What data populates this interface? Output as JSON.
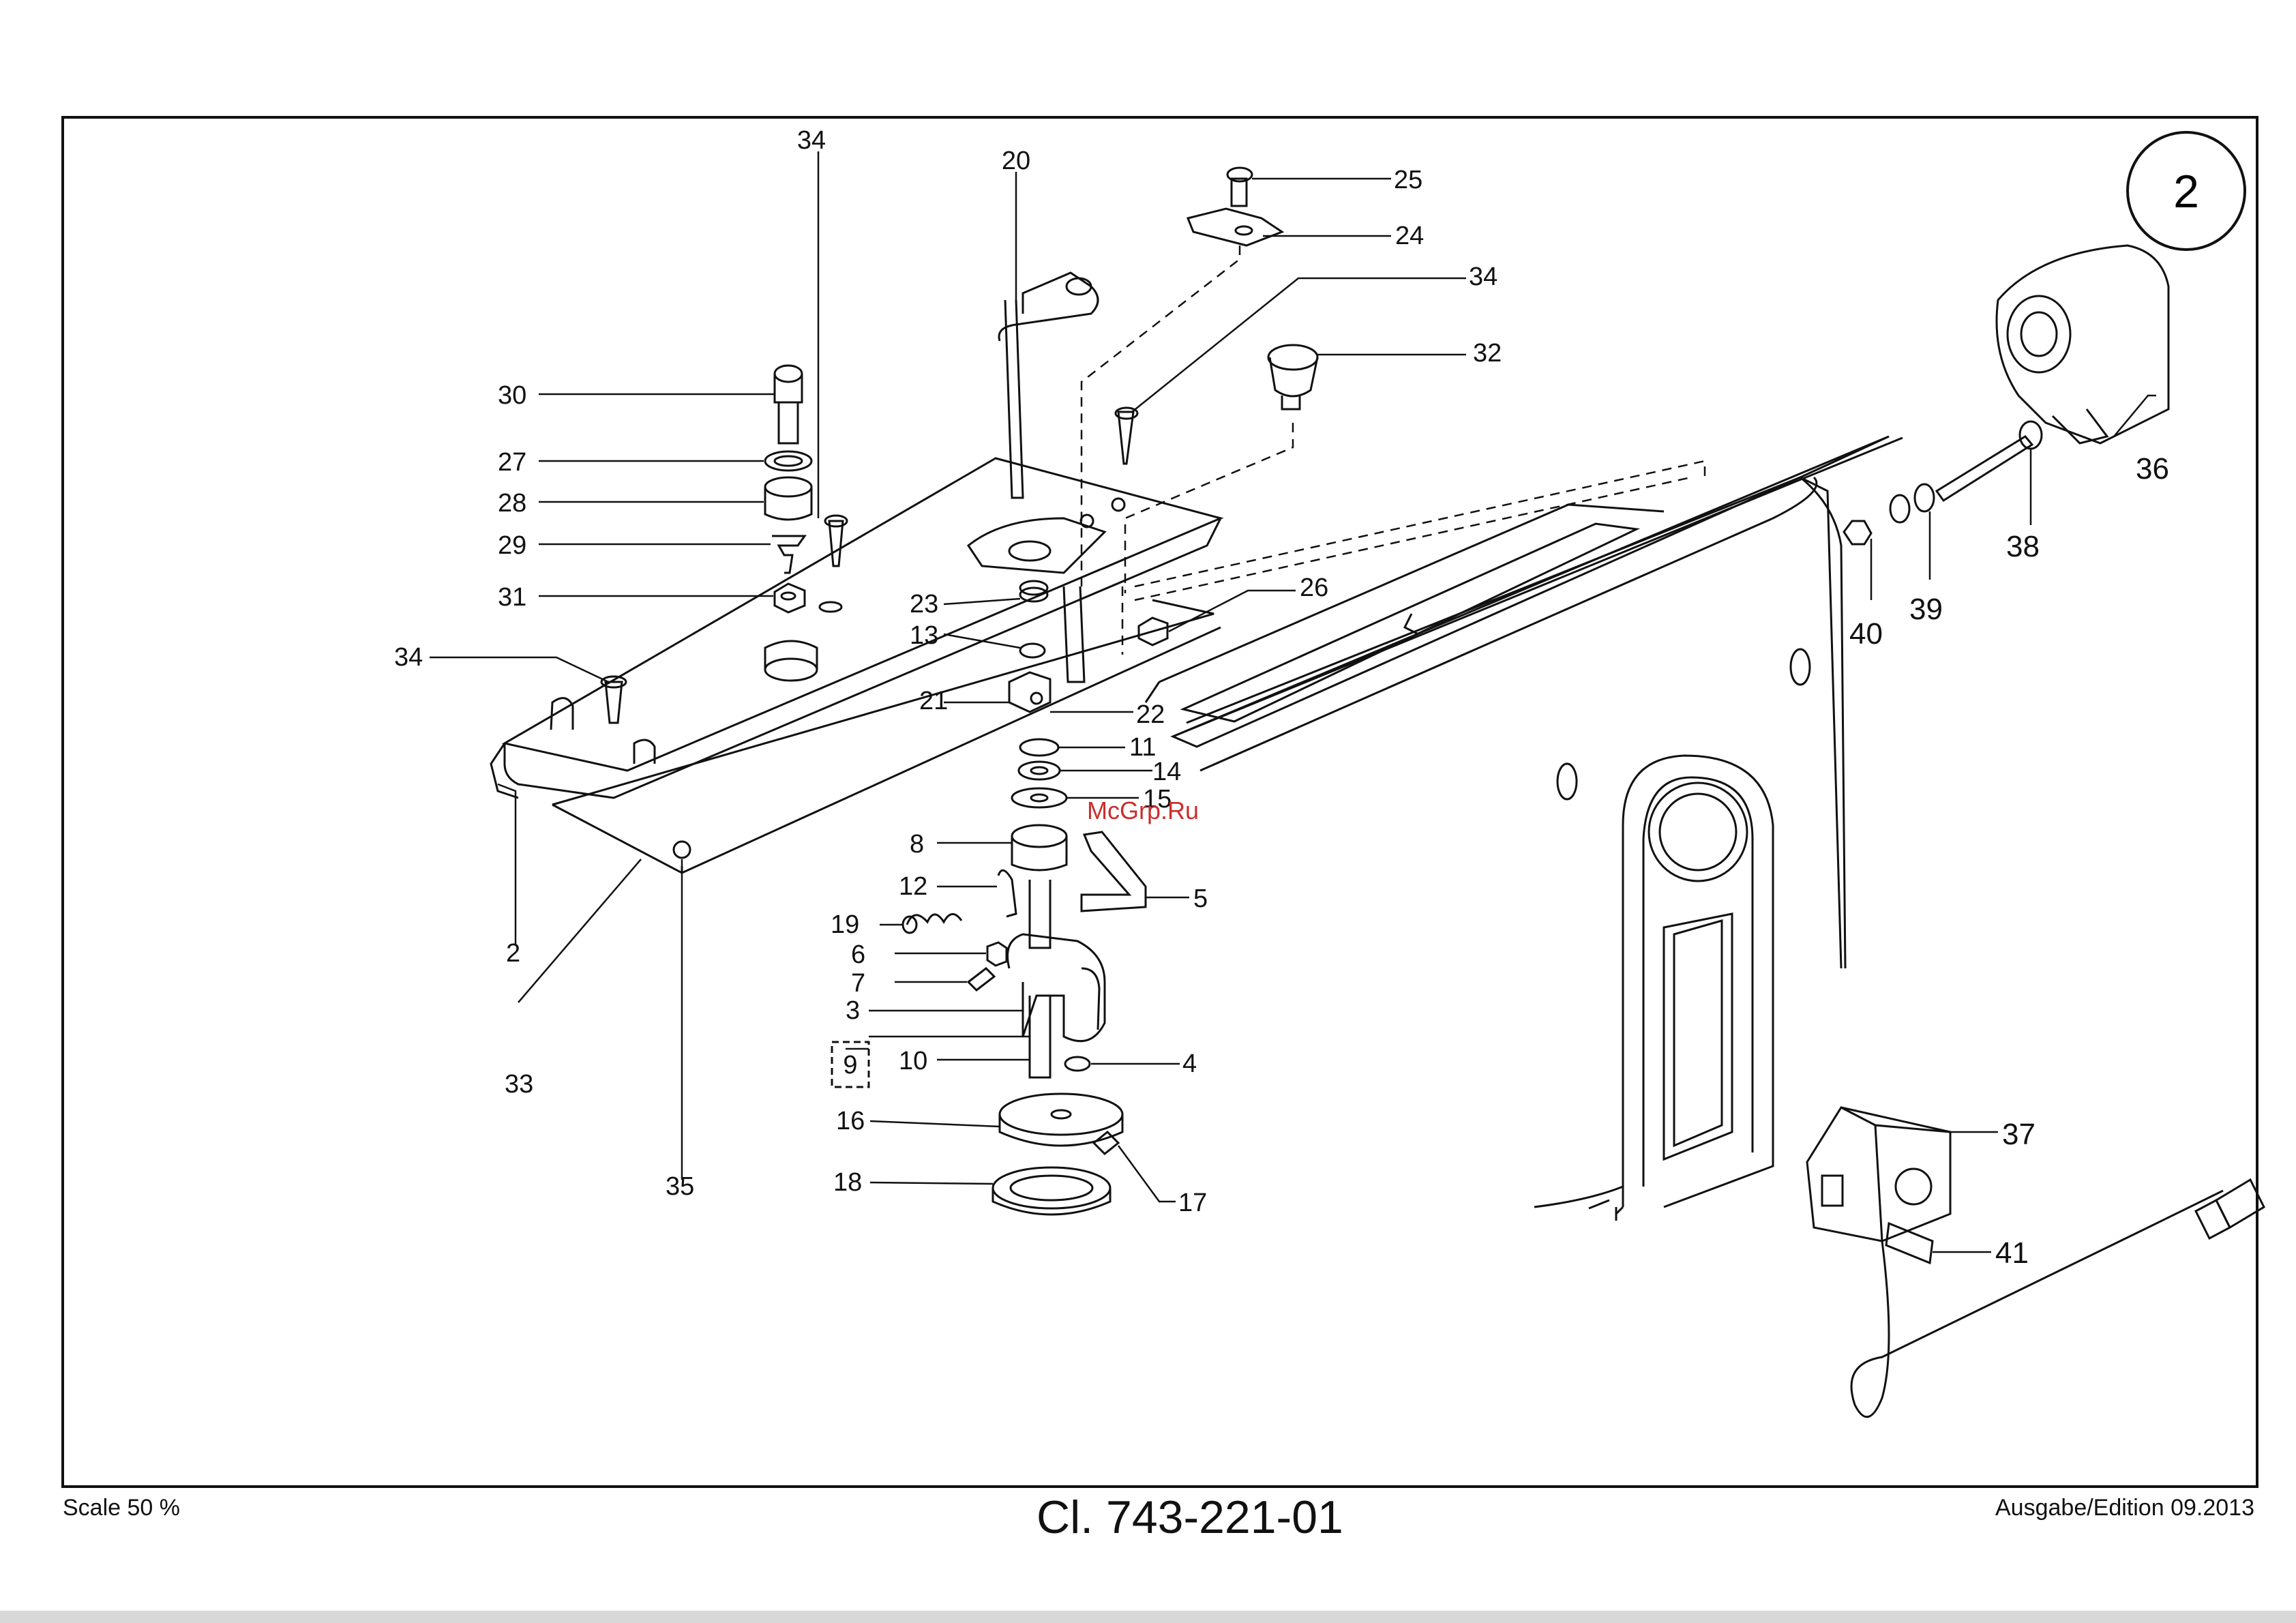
{
  "page": {
    "scale_label": "Scale 50 %",
    "drawing_number": "Cl. 743-221-01",
    "edition_label": "Ausgabe/Edition 09.2013",
    "sheet_badge": "2",
    "watermark": "McGrp.Ru"
  },
  "callouts": [
    {
      "id": "c34a",
      "text": "34"
    },
    {
      "id": "c20",
      "text": "20"
    },
    {
      "id": "c25",
      "text": "25"
    },
    {
      "id": "c24",
      "text": "24"
    },
    {
      "id": "c34b",
      "text": "34"
    },
    {
      "id": "c32",
      "text": "32"
    },
    {
      "id": "c30",
      "text": "30"
    },
    {
      "id": "c27",
      "text": "27"
    },
    {
      "id": "c28",
      "text": "28"
    },
    {
      "id": "c29",
      "text": "29"
    },
    {
      "id": "c31",
      "text": "31"
    },
    {
      "id": "c23",
      "text": "23"
    },
    {
      "id": "c26",
      "text": "26"
    },
    {
      "id": "c13",
      "text": "13"
    },
    {
      "id": "c34c",
      "text": "34"
    },
    {
      "id": "c21",
      "text": "21"
    },
    {
      "id": "c22",
      "text": "22"
    },
    {
      "id": "c11",
      "text": "11"
    },
    {
      "id": "c14",
      "text": "14"
    },
    {
      "id": "c15",
      "text": "15"
    },
    {
      "id": "c8",
      "text": "8"
    },
    {
      "id": "c5",
      "text": "5"
    },
    {
      "id": "c12",
      "text": "12"
    },
    {
      "id": "c19",
      "text": "19"
    },
    {
      "id": "c6",
      "text": "6"
    },
    {
      "id": "c7",
      "text": "7"
    },
    {
      "id": "c3",
      "text": "3"
    },
    {
      "id": "c9",
      "text": "9"
    },
    {
      "id": "c10",
      "text": "10"
    },
    {
      "id": "c4",
      "text": "4"
    },
    {
      "id": "c16",
      "text": "16"
    },
    {
      "id": "c17",
      "text": "17"
    },
    {
      "id": "c18",
      "text": "18"
    },
    {
      "id": "c2",
      "text": "2"
    },
    {
      "id": "c33",
      "text": "33"
    },
    {
      "id": "c35",
      "text": "35"
    },
    {
      "id": "c36",
      "text": "36"
    },
    {
      "id": "c38",
      "text": "38"
    },
    {
      "id": "c39",
      "text": "39"
    },
    {
      "id": "c40",
      "text": "40"
    },
    {
      "id": "c37",
      "text": "37"
    },
    {
      "id": "c41",
      "text": "41"
    }
  ]
}
